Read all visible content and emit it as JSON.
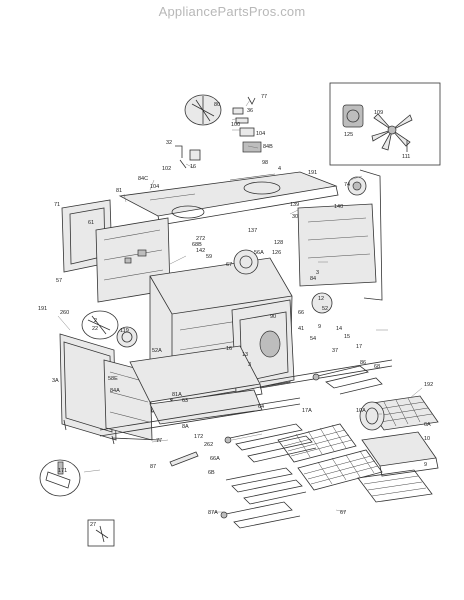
{
  "header": {
    "site": "AppliancePartsPros.com"
  },
  "labels": [
    "77",
    "36",
    "80",
    "100",
    "104",
    "84B",
    "32",
    "16",
    "98",
    "4",
    "191",
    "139",
    "102",
    "84C",
    "104",
    "109",
    "125",
    "111",
    "74",
    "81",
    "71",
    "30",
    "140",
    "61",
    "272",
    "137",
    "128",
    "126",
    "56A",
    "68B",
    "59",
    "142",
    "57",
    "67",
    "84",
    "3",
    "191",
    "260",
    "12",
    "52",
    "2",
    "22",
    "90",
    "119",
    "66",
    "41",
    "9",
    "14",
    "15",
    "17",
    "37",
    "54",
    "86",
    "68",
    "58E",
    "84A",
    "3A",
    "52A",
    "3",
    "16",
    "13",
    "81A",
    "63",
    "64",
    "8A",
    "172",
    "262",
    "17A",
    "192",
    "10",
    "10A",
    "6A",
    "9",
    "66A",
    "6B",
    "87",
    "87A",
    "67",
    "171",
    "27",
    "77"
  ]
}
